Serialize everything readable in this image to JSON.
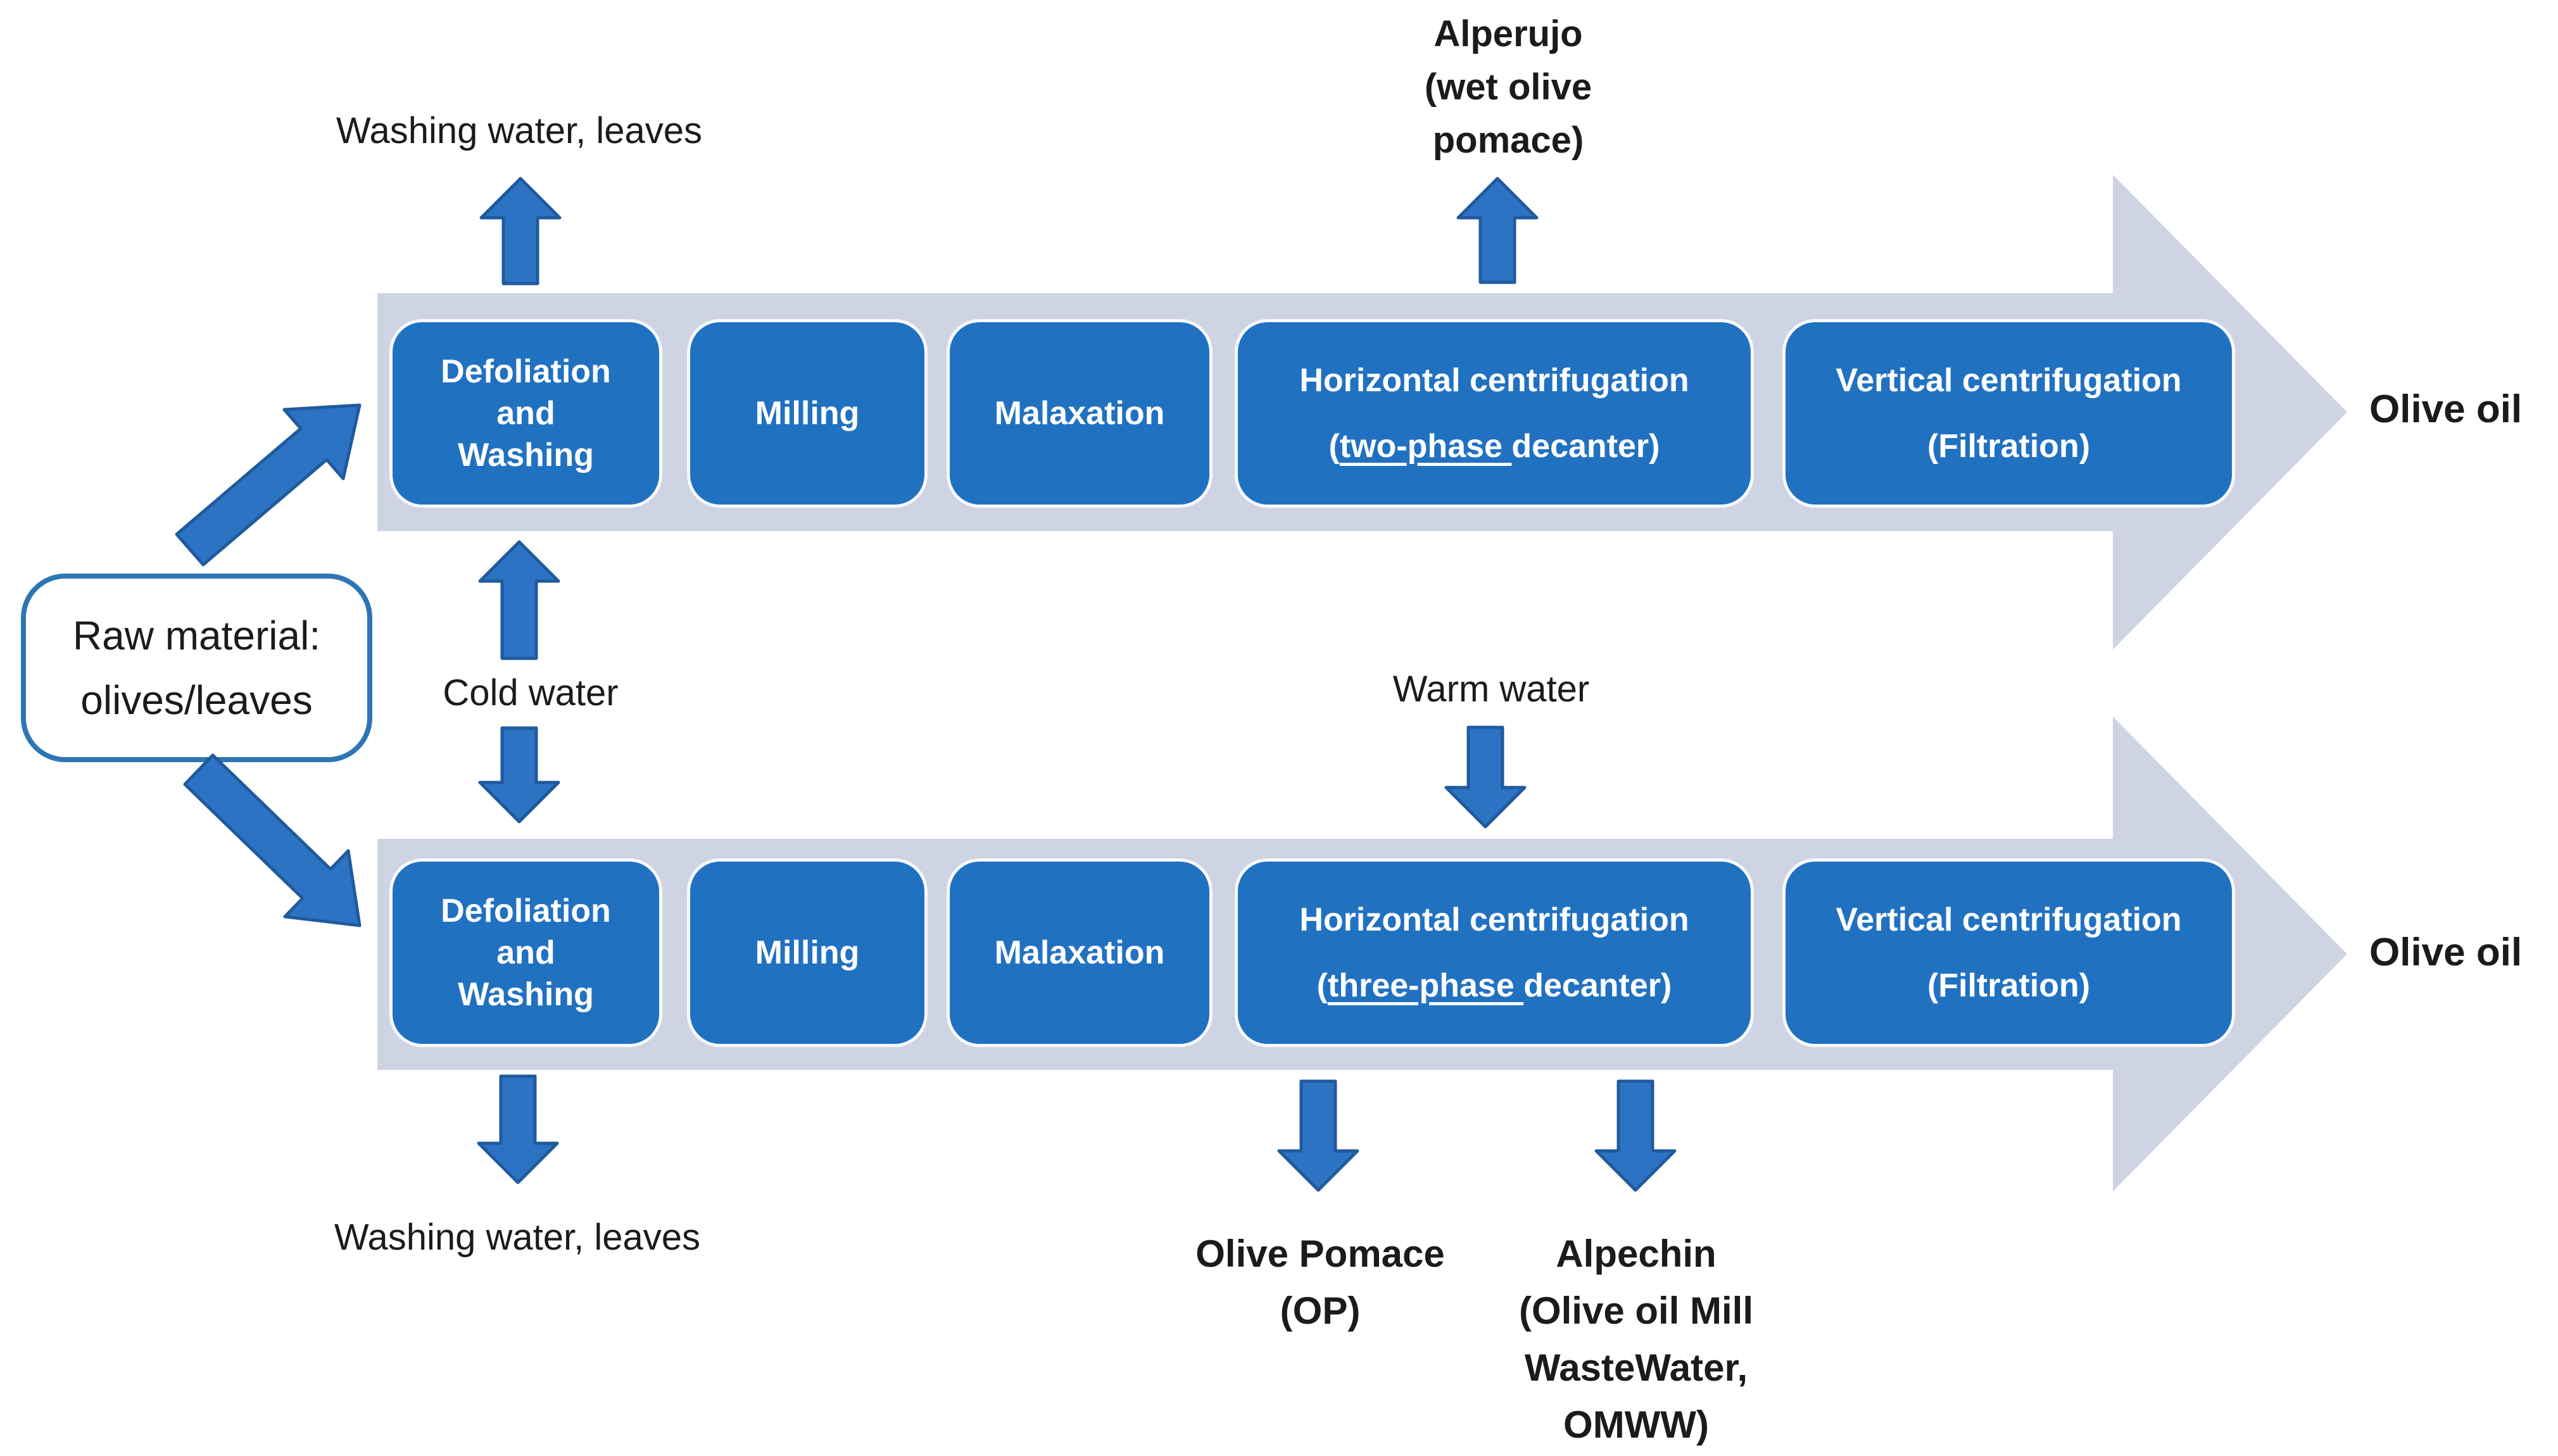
{
  "colors": {
    "band_lavender": "#cfd4e4",
    "box_blue": "#2171c1",
    "box_outline": "#f7fafd",
    "arrow_fill": "#2d73c4",
    "arrow_outline": "#1f5a9d",
    "raw_box_border": "#2e75b6",
    "text_dark": "#1b1b1b",
    "box_text": "#ffffff",
    "background": "#ffffff"
  },
  "raw_material_label": "Raw material:\nolives/leaves",
  "top_row": {
    "waste_label": "Washing water, leaves",
    "byproduct_label": "Alperujo\n(wet olive\npomace)",
    "input_label": "Cold water",
    "output_label": "Olive oil",
    "step_defoliation": "Defoliation\nand\nWashing",
    "step_milling": "Milling",
    "step_malaxation": "Malaxation",
    "step_horizontal_line1": "Horizontal centrifugation",
    "step_horizontal_prefix": "(",
    "step_horizontal_underlined": "two-phase ",
    "step_horizontal_suffix": "decanter)",
    "step_vertical_line1": "Vertical centrifugation",
    "step_vertical_line2": "(Filtration)"
  },
  "bottom_row": {
    "input_label": "Warm water",
    "waste_label": "Washing water, leaves",
    "output_label": "Olive oil",
    "byproduct_pomace_label": "Olive Pomace\n(OP)",
    "byproduct_alpechin_label": "Alpechin\n(Olive oil Mill\nWasteWater,\nOMWW)",
    "step_defoliation": "Defoliation\nand\nWashing",
    "step_milling": "Milling",
    "step_malaxation": "Malaxation",
    "step_horizontal_line1": "Horizontal centrifugation",
    "step_horizontal_prefix": "(",
    "step_horizontal_underlined": "three-phase ",
    "step_horizontal_suffix": "decanter)",
    "step_vertical_line1": "Vertical centrifugation",
    "step_vertical_line2": "(Filtration)"
  }
}
